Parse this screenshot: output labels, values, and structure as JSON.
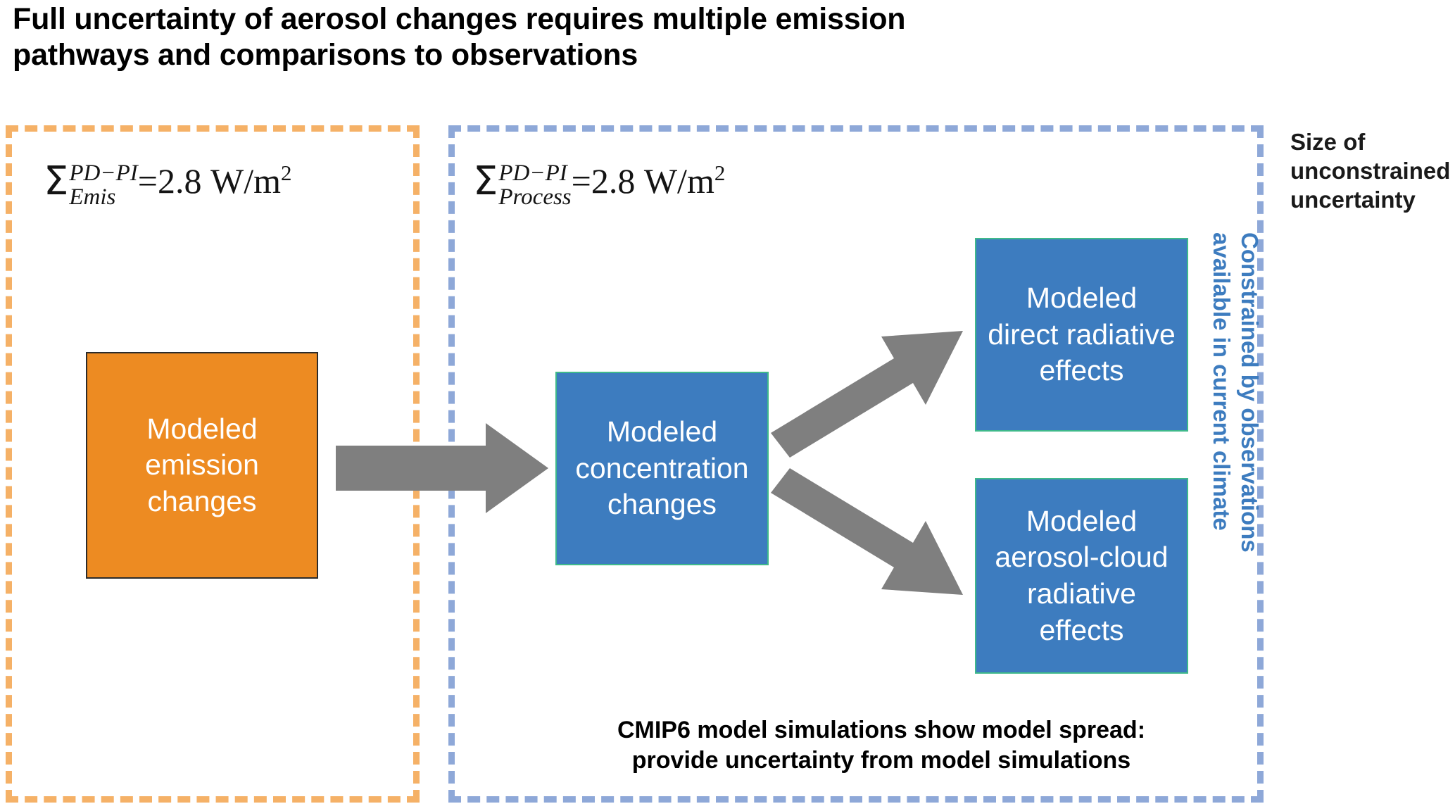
{
  "title": {
    "line1": "Full uncertainty of aerosol changes requires multiple emission",
    "line2": "pathways and comparisons to observations"
  },
  "formulas": {
    "emissions": {
      "symbol": "Σ",
      "superscript": "PD−PI",
      "subscript": "Emis",
      "equals": "=2.8 W/m",
      "unit_exponent": "2",
      "full_text": "Σ(PD−PI, Emis)=2.8 W/m²"
    },
    "process": {
      "symbol": "Σ",
      "superscript": "PD−PI",
      "subscript": "Process",
      "equals": "=2.8 W/m",
      "unit_exponent": "2",
      "full_text": "Σ(PD−PI, Process)=2.8 W/m²"
    }
  },
  "boxes": {
    "emission": {
      "line1": "Modeled",
      "line2": "emission",
      "line3": "changes",
      "fill": "#ED8B22",
      "border": "#2b2b2b",
      "text_color": "#FFFFFF"
    },
    "concentration": {
      "line1": "Modeled",
      "line2": "concentration",
      "line3": "changes",
      "fill": "#3D7CBF",
      "border": "#3FB98B",
      "text_color": "#FFFFFF"
    },
    "direct": {
      "line1": "Modeled",
      "line2": "direct radiative",
      "line3": "effects",
      "fill": "#3D7CBF",
      "border": "#3FB98B",
      "text_color": "#FFFFFF"
    },
    "aerosol_cloud": {
      "line1": "Modeled",
      "line2": "aerosol-cloud",
      "line3": "radiative",
      "line4": "effects",
      "fill": "#3D7CBF",
      "border": "#3FB98B",
      "text_color": "#FFFFFF"
    }
  },
  "containers": {
    "emissions_group": {
      "border_color": "#F5B167",
      "border_style": "dashed"
    },
    "process_group": {
      "border_color": "#8EA8D8",
      "border_style": "dashed"
    }
  },
  "caption": {
    "line1": "CMIP6 model simulations show model spread:",
    "line2": "provide uncertainty from model simulations"
  },
  "side_labels": {
    "size_of_unconstrained": {
      "line1": "Size of",
      "line2": "unconstrained",
      "line3": "uncertainty",
      "color": "#1a1a1a"
    },
    "constrained": {
      "line1": "Constrained by observations",
      "line2": "available in current climate",
      "color": "#3D7CBF"
    }
  },
  "arrows": {
    "color": "#7F7F7F",
    "emission_to_concentration": "horizontal-right",
    "concentration_to_direct": "diagonal-up-right",
    "concentration_to_aerosol_cloud": "diagonal-down-right"
  }
}
